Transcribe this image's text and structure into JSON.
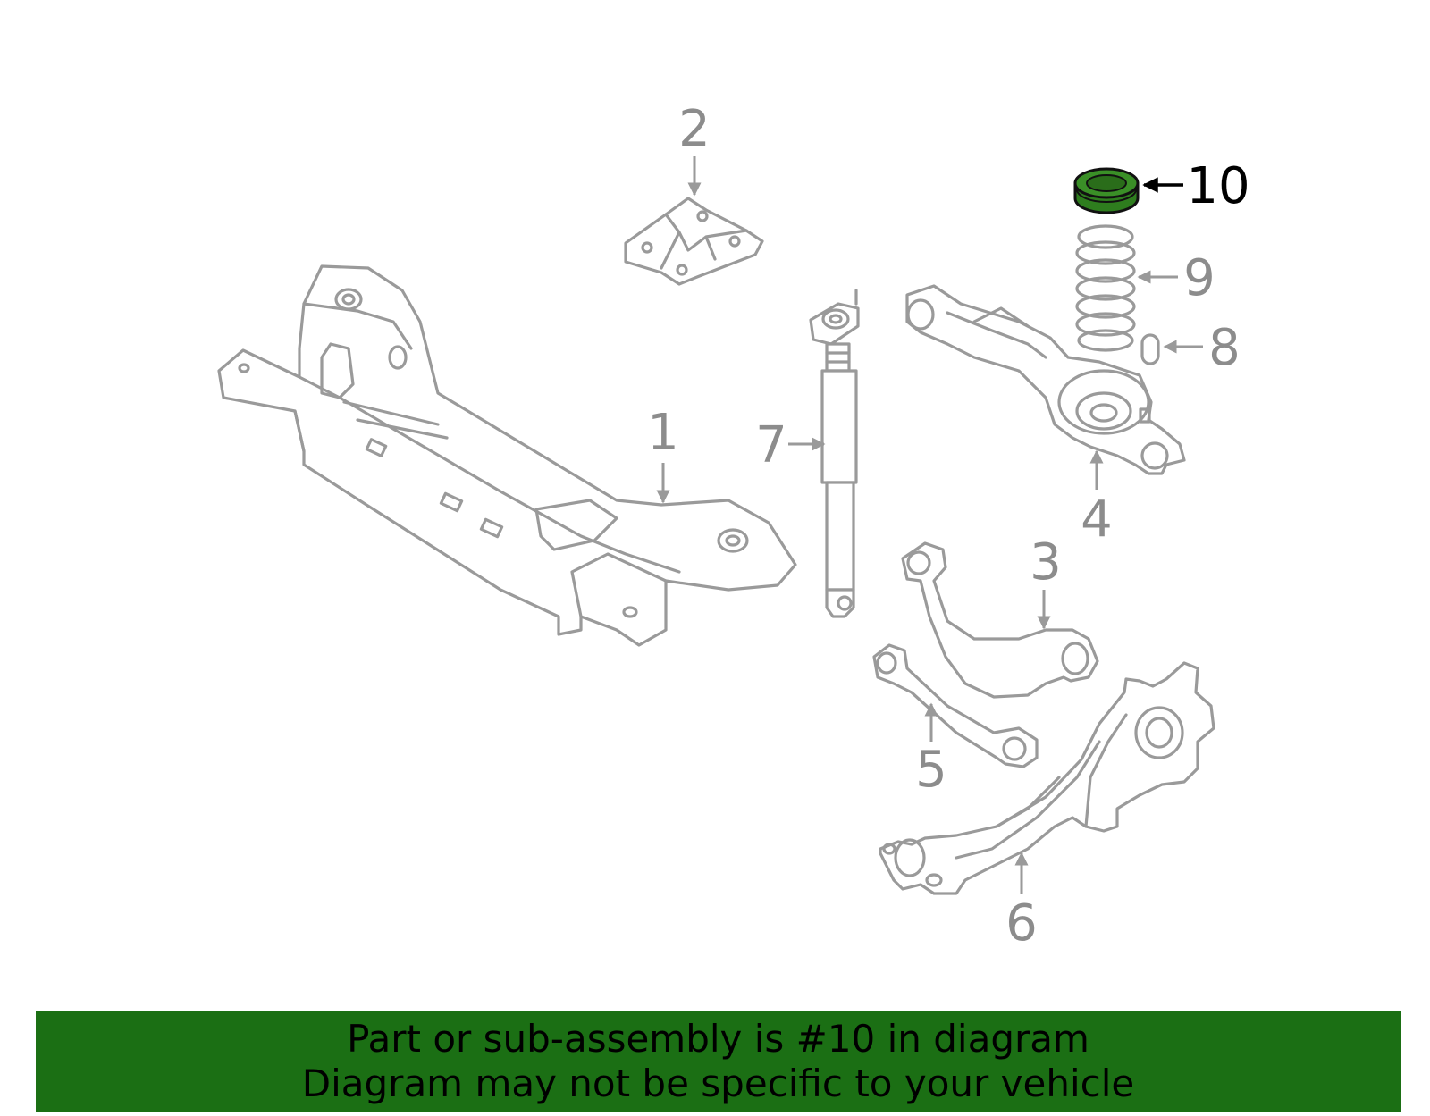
{
  "diagram": {
    "highlighted_part": "10",
    "highlight_color": "#2e7d1e",
    "callouts": [
      {
        "id": "c1",
        "label": "1"
      },
      {
        "id": "c2",
        "label": "2"
      },
      {
        "id": "c3",
        "label": "3"
      },
      {
        "id": "c4",
        "label": "4"
      },
      {
        "id": "c5",
        "label": "5"
      },
      {
        "id": "c6",
        "label": "6"
      },
      {
        "id": "c7",
        "label": "7"
      },
      {
        "id": "c8",
        "label": "8"
      },
      {
        "id": "c9",
        "label": "9"
      },
      {
        "id": "c10",
        "label": "10"
      }
    ]
  },
  "banner": {
    "line1": "Part or sub-assembly is #10 in diagram",
    "line2": "Diagram may not be specific to your vehicle",
    "background": "#1b6f14"
  }
}
